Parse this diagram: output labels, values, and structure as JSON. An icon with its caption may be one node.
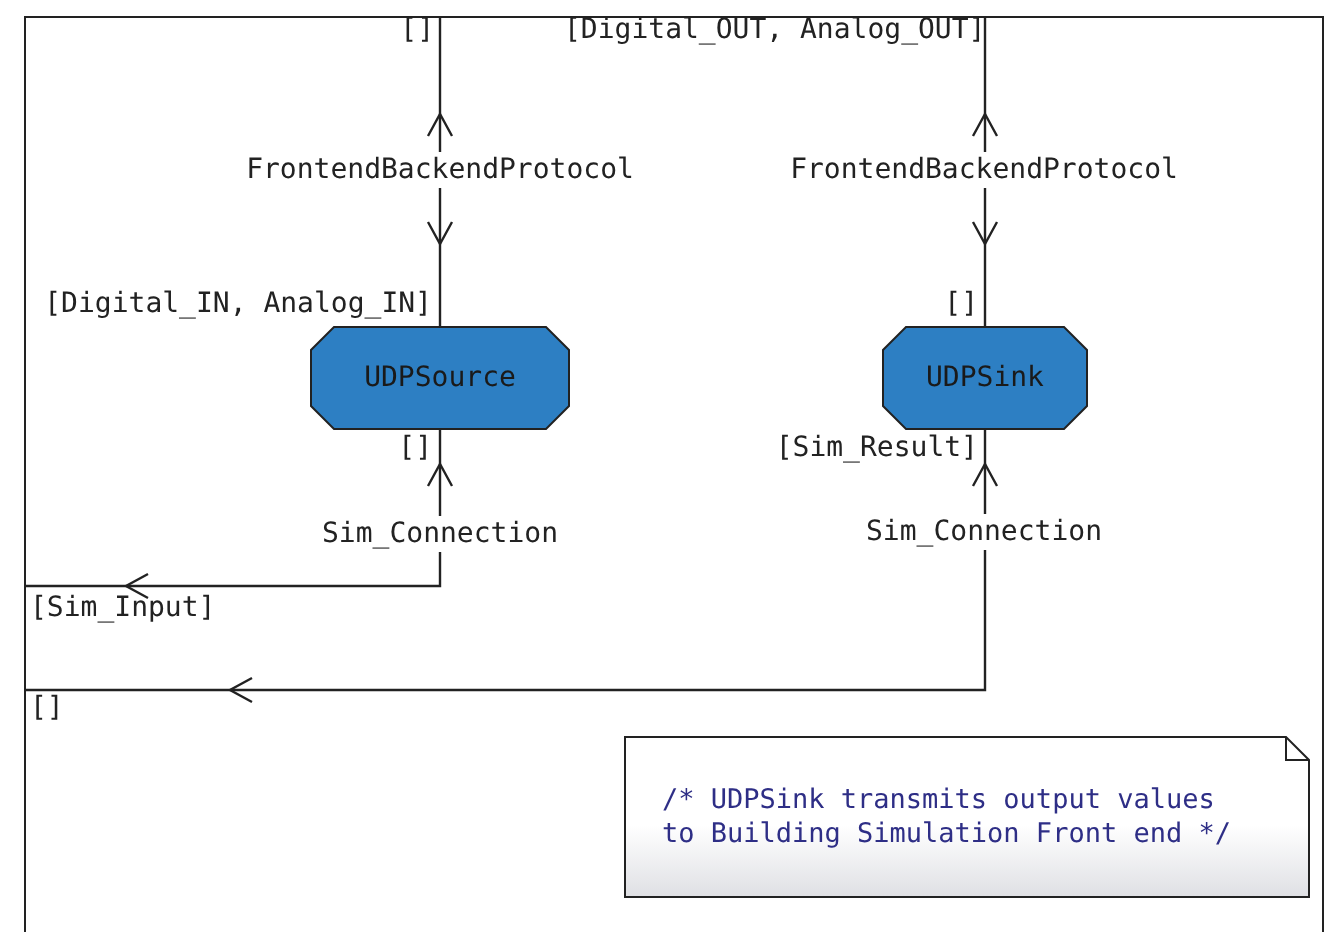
{
  "diagram": {
    "nodes": [
      {
        "text": [],
        "shape": "box"
      },
      {
        "text": [
          "UDPSource"
        ],
        "in": 0
      },
      {
        "text": [
          "UDPSink"
        ],
        "in": 0
      },
      {
        "text": [
          "/* UDPSink transmits output values to Building Simulation Front end */"
        ],
        "in": 0
      }
    ],
    "edges": [
      {
        "from": 0,
        "to": 1,
        "arrow": "both",
        "label": "FrontendBackendProtocol"
      },
      {
        "from": 0,
        "to": 2,
        "arrow": "both",
        "label": "FrontendBackendProtocol"
      },
      {
        "from": 1,
        "to": 0,
        "arrow": "both",
        "label": "Sim_Connection"
      },
      {
        "from": 2,
        "to": 0,
        "arrow": "both",
        "label": "Sim_Connection"
      }
    ],
    "labels": [
      "[]",
      "[Digital_OUT, Analog_OUT]",
      "[Digital_IN, Analog_IN]",
      "[]",
      "[]",
      "[Sim_Result]",
      "[Sim_Input]",
      "[]"
    ]
  }
}
